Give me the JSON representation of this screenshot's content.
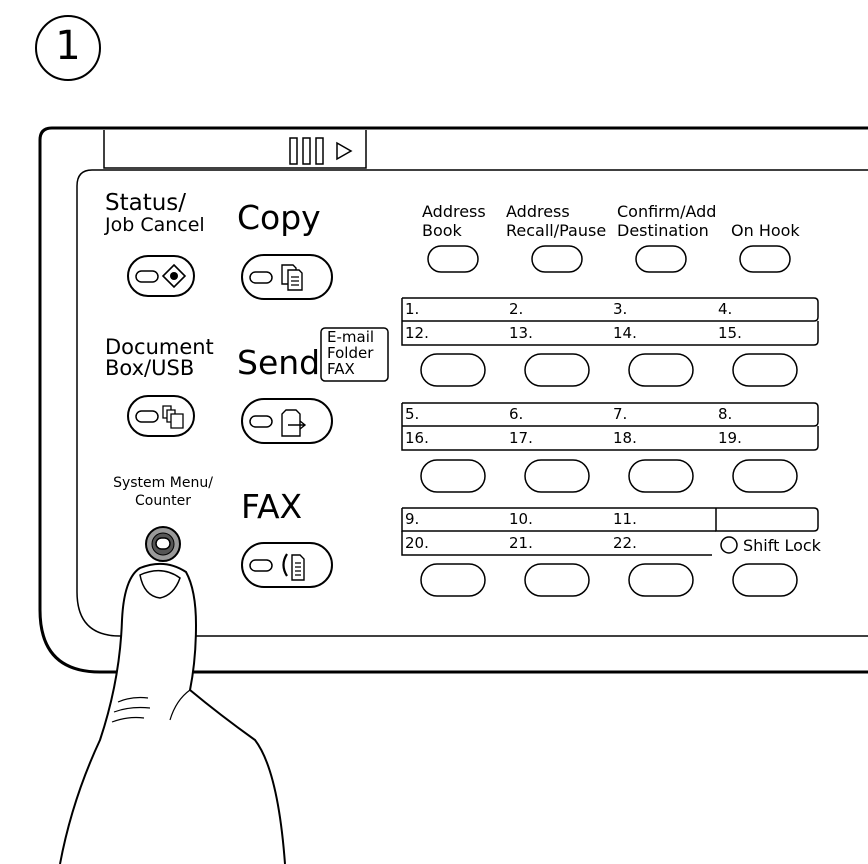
{
  "step": {
    "number": "1"
  },
  "left_keys": {
    "status": {
      "line1": "Status/",
      "line2": "Job Cancel"
    },
    "copy": {
      "label": "Copy"
    },
    "document_box": {
      "line1": "Document",
      "line2": "Box/USB"
    },
    "send": {
      "label": "Send",
      "sub1": "E-mail",
      "sub2": "Folder",
      "sub3": "FAX"
    },
    "system_menu": {
      "line1": "System Menu/",
      "line2": "Counter"
    },
    "fax": {
      "label": "FAX"
    }
  },
  "top_keys": [
    {
      "line1": "Address",
      "line2": "Book"
    },
    {
      "line1": "Address",
      "line2": "Recall/Pause"
    },
    {
      "line1": "Confirm/Add",
      "line2": "Destination"
    },
    {
      "line1": "",
      "line2": "On Hook"
    }
  ],
  "one_touch_rows": [
    {
      "top": [
        "1.",
        "2.",
        "3.",
        "4."
      ],
      "bottom": [
        "12.",
        "13.",
        "14.",
        "15."
      ]
    },
    {
      "top": [
        "5.",
        "6.",
        "7.",
        "8."
      ],
      "bottom": [
        "16.",
        "17.",
        "18.",
        "19."
      ]
    },
    {
      "top": [
        "9.",
        "10.",
        "11.",
        ""
      ],
      "bottom": [
        "20.",
        "21.",
        "22.",
        ""
      ]
    }
  ],
  "shift_lock": {
    "label": "Shift Lock"
  }
}
